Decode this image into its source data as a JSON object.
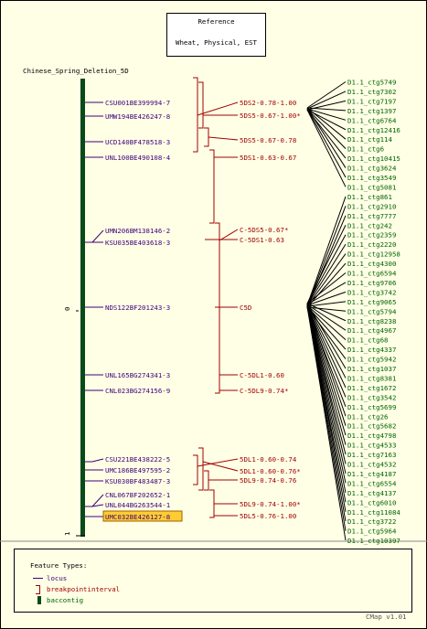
{
  "reference": {
    "title": "Reference",
    "subtitle": "Wheat, Physical, EST"
  },
  "map": {
    "name": "Chinese_Spring_Deletion_5D",
    "scale_start": "0",
    "scale_end": "1",
    "markers": [
      {
        "label": "CSU001BE399994-7",
        "highlight": false
      },
      {
        "label": "UMW194BE426247-8",
        "highlight": false
      },
      {
        "label": "UCD140BF478518-3",
        "highlight": false
      },
      {
        "label": "UNL100BE490108-4",
        "highlight": false
      },
      {
        "label": "UMN206BM138146-2",
        "highlight": false
      },
      {
        "label": "KSU035BE403618-3",
        "highlight": false
      },
      {
        "label": "NDS122BF201243-3",
        "highlight": false
      },
      {
        "label": "UNL165BG274341-3",
        "highlight": false
      },
      {
        "label": "CNL023BG274156-9",
        "highlight": false
      },
      {
        "label": "CSU221BE438222-5",
        "highlight": false
      },
      {
        "label": "UMC186BE497595-2",
        "highlight": false
      },
      {
        "label": "KSU030BF483487-3",
        "highlight": false
      },
      {
        "label": "CNL067BF202652-1",
        "highlight": false
      },
      {
        "label": "UNL044BG263544-1",
        "highlight": false
      },
      {
        "label": "UMC032BE426127-8",
        "highlight": true
      }
    ],
    "intervals": [
      "5DS2-0.78-1.00",
      "5DS5-0.67-1.00*",
      "5DS5-0.67-0.78",
      "5DS1-0.63-0.67",
      "C-5DS5-0.67*",
      "C-5DS1-0.63",
      "C5D",
      "C-5DL1-0.60",
      "C-5DL9-0.74*",
      "5DL1-0.60-0.74",
      "5DL1-0.60-0.76*",
      "5DL9-0.74-0.76",
      "5DL9-0.74-1.00*",
      "5DL5-0.76-1.00"
    ]
  },
  "contigs": [
    "D1.1_ctg5749",
    "D1.1_ctg7302",
    "D1.1_ctg7197",
    "D1.1_ctg1397",
    "D1.1_ctg6764",
    "D1.1_ctg12416",
    "D1.1_ctg114",
    "D1.1_ctg6",
    "D1.1_ctg10415",
    "D1.1_ctg3624",
    "D1.1_ctg3549",
    "D1.1_ctg5081",
    "D1.1_ctg861",
    "D1.1_ctg2910",
    "D1.1_ctg7777",
    "D1.1_ctg242",
    "D1.1_ctg2359",
    "D1.1_ctg2220",
    "D1.1_ctg12958",
    "D1.1_ctg4300",
    "D1.1_ctg6594",
    "D1.1_ctg9706",
    "D1.1_ctg3742",
    "D1.1_ctg9065",
    "D1.1_ctg5794",
    "D1.1_ctg8238",
    "D1.1_ctg4967",
    "D1.1_ctg68",
    "D1.1_ctg4337",
    "D1.1_ctg5942",
    "D1.1_ctg1037",
    "D1.1_ctg8381",
    "D1.1_ctg1672",
    "D1.1_ctg3542",
    "D1.1_ctg5699",
    "D1.1_ctg26",
    "D1.1_ctg5682",
    "D1.1_ctg4798",
    "D1.1_ctg4533",
    "D1.1_ctg7163",
    "D1.1_ctg4532",
    "D1.1_ctg4187",
    "D1.1_ctg6554",
    "D1.1_ctg4137",
    "D1.1_ctg6010",
    "D1.1_ctg11084",
    "D1.1_ctg3722",
    "D1.1_ctg5964",
    "D1.1_ctg10397"
  ],
  "legend": {
    "title": "Feature Types:",
    "items": [
      {
        "label": "locus",
        "icon": "line-icon"
      },
      {
        "label": "breakpointinterval",
        "icon": "bracket-icon"
      },
      {
        "label": "baccontig",
        "icon": "bar-icon"
      }
    ]
  },
  "footer": {
    "version": "CMap v1.01"
  },
  "colors": {
    "background": "#ffffe6",
    "marker": "#3c0078",
    "interval": "#a00000",
    "contig": "#006400",
    "chromosome": "#0a4a1a",
    "highlight": "#ffcc33",
    "connector": "#000000"
  }
}
